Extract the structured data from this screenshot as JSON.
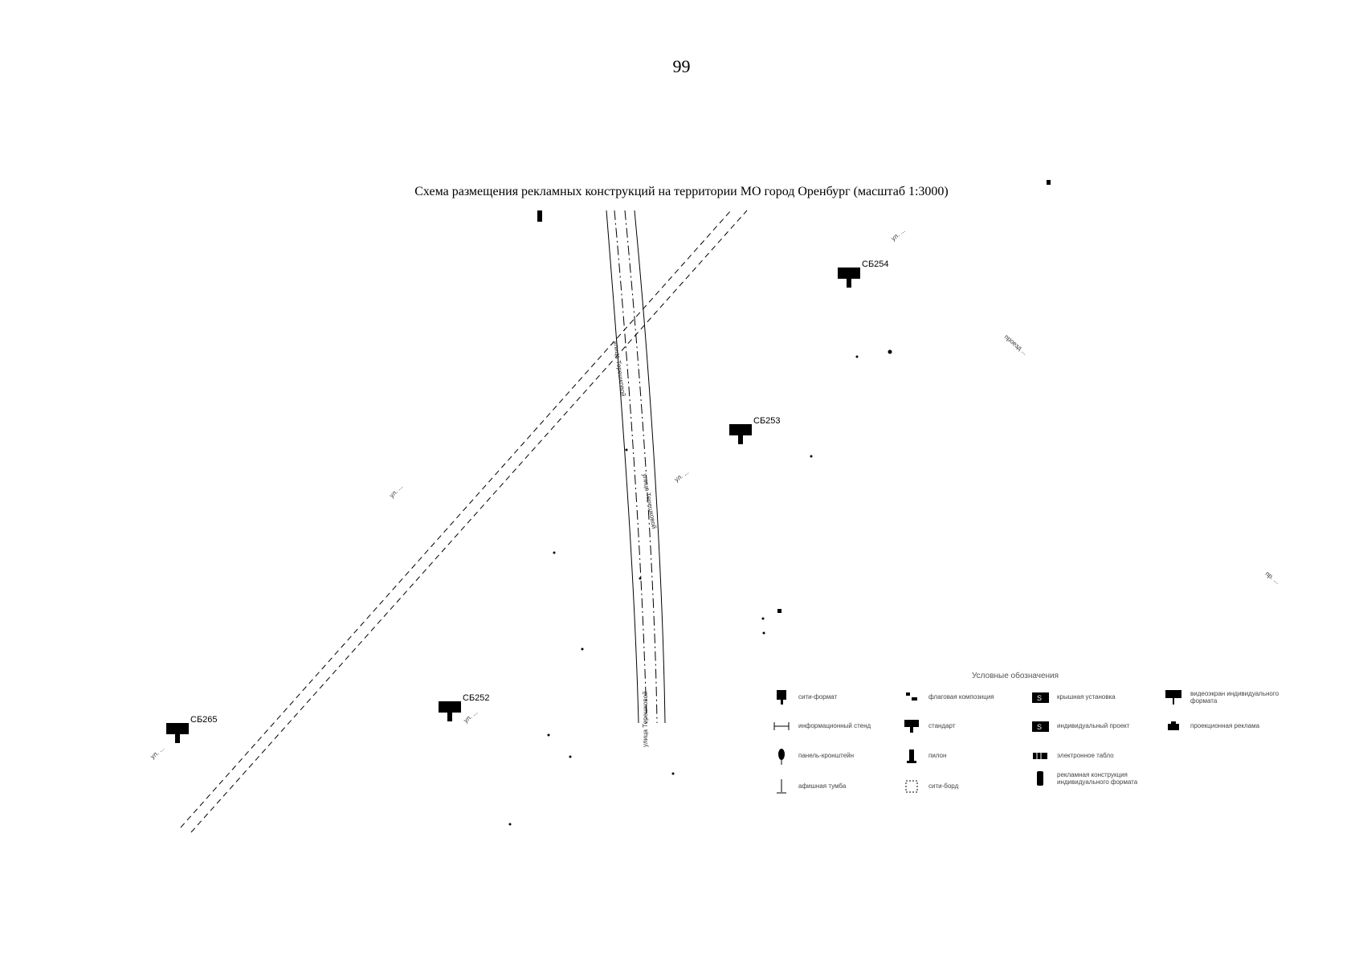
{
  "page": {
    "number": "99"
  },
  "map": {
    "title": "Схема размещения рекламных конструкций на территории МО город Оренбург (масштаб 1:3000)",
    "markers": [
      {
        "id": "СБ254"
      },
      {
        "id": "СБ253"
      },
      {
        "id": "СБ252"
      },
      {
        "id": "СБ265"
      }
    ],
    "streets": [
      {
        "name": "улица Терешковой"
      },
      {
        "name": "улица Терешковой"
      },
      {
        "name": "улица Терешковой"
      }
    ]
  },
  "legend": {
    "title": "Условные обозначения",
    "items": [
      {
        "label": "сити-формат",
        "icon": "citi-format-icon"
      },
      {
        "label": "флаговая композиция",
        "icon": "flag-composition-icon"
      },
      {
        "label": "крышная установка",
        "icon": "roof-installation-icon"
      },
      {
        "label": "видеоэкран индивидуального формата",
        "icon": "video-screen-icon"
      },
      {
        "label": "информационный стенд",
        "icon": "info-stand-icon"
      },
      {
        "label": "стандарт",
        "icon": "standard-billboard-icon"
      },
      {
        "label": "индивидуальный проект",
        "icon": "individual-project-icon"
      },
      {
        "label": "проекционная реклама",
        "icon": "projection-icon"
      },
      {
        "label": "панель-кронштейн",
        "icon": "bracket-panel-icon"
      },
      {
        "label": "пилон",
        "icon": "pylon-icon"
      },
      {
        "label": "электронное табло",
        "icon": "electronic-board-icon"
      },
      {
        "label": "афишная тумба",
        "icon": "poster-column-icon"
      },
      {
        "label": "сити-борд",
        "icon": "city-board-icon"
      },
      {
        "label": "рекламная конструкция индивидуального формата",
        "icon": "custom-structure-icon"
      }
    ]
  }
}
